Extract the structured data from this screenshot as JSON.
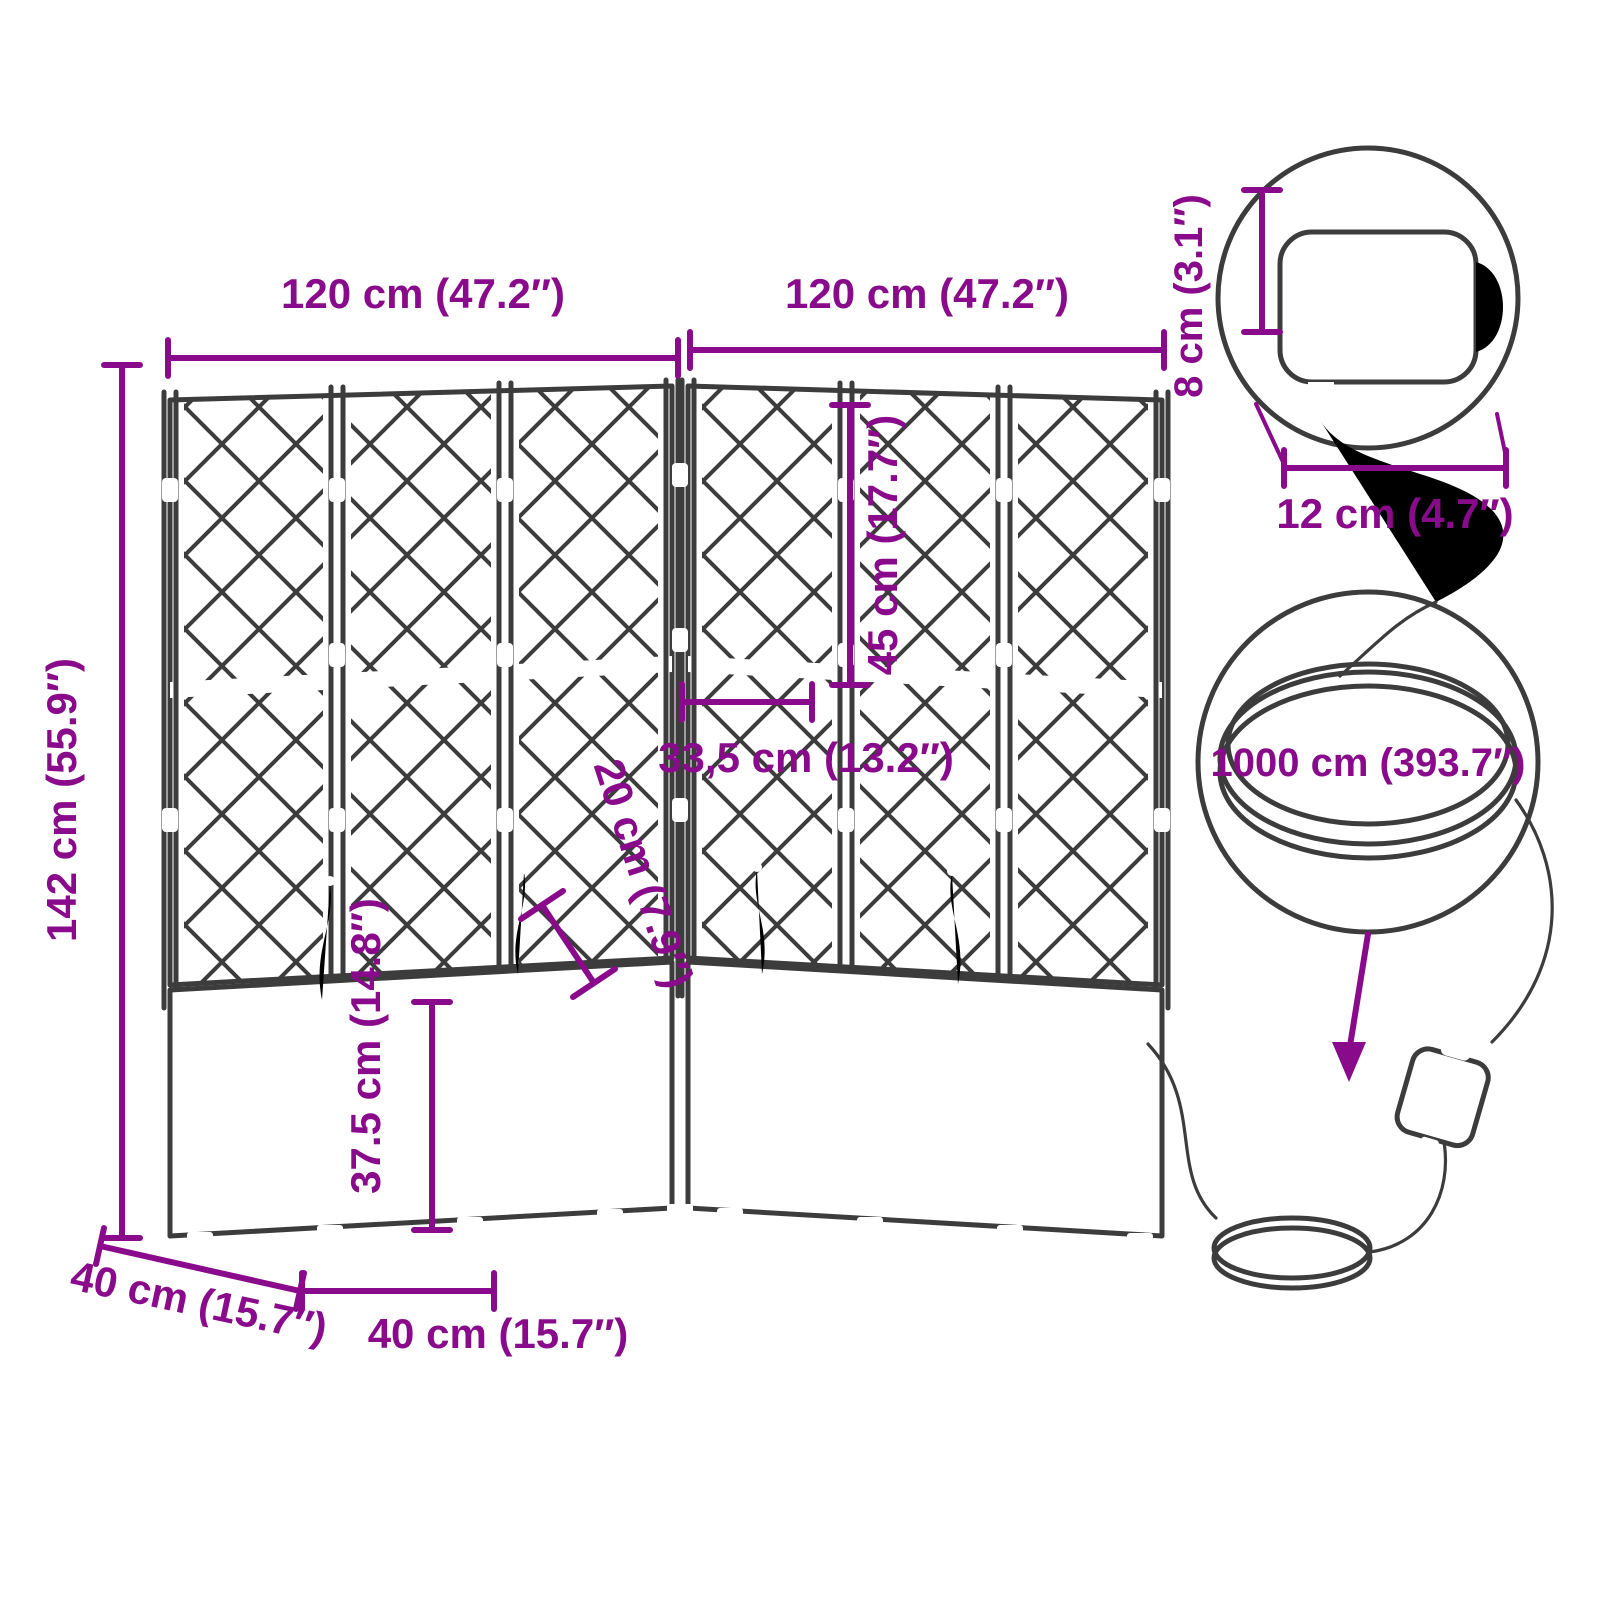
{
  "colors": {
    "line": "#3c3c3c",
    "annotation": "#8a0a8c",
    "background": "#ffffff"
  },
  "dims": {
    "width_left": "120 cm (47.2″)",
    "width_right": "120 cm (47.2″)",
    "height_total": "142 cm (55.9″)",
    "trellis_height": "45 cm (17.7″)",
    "panel_spacing": "33,5 cm (13.2″)",
    "inner_depth": "20 cm (7.9″)",
    "box_height": "37.5 cm (14.8″)",
    "depth_left": "40 cm (15.7″)",
    "depth_front": "40 cm (15.7″)",
    "timer_height": "8 cm (3.1″)",
    "timer_width": "12 cm (4.7″)",
    "hose_length": "1000 cm (393.7″)"
  }
}
